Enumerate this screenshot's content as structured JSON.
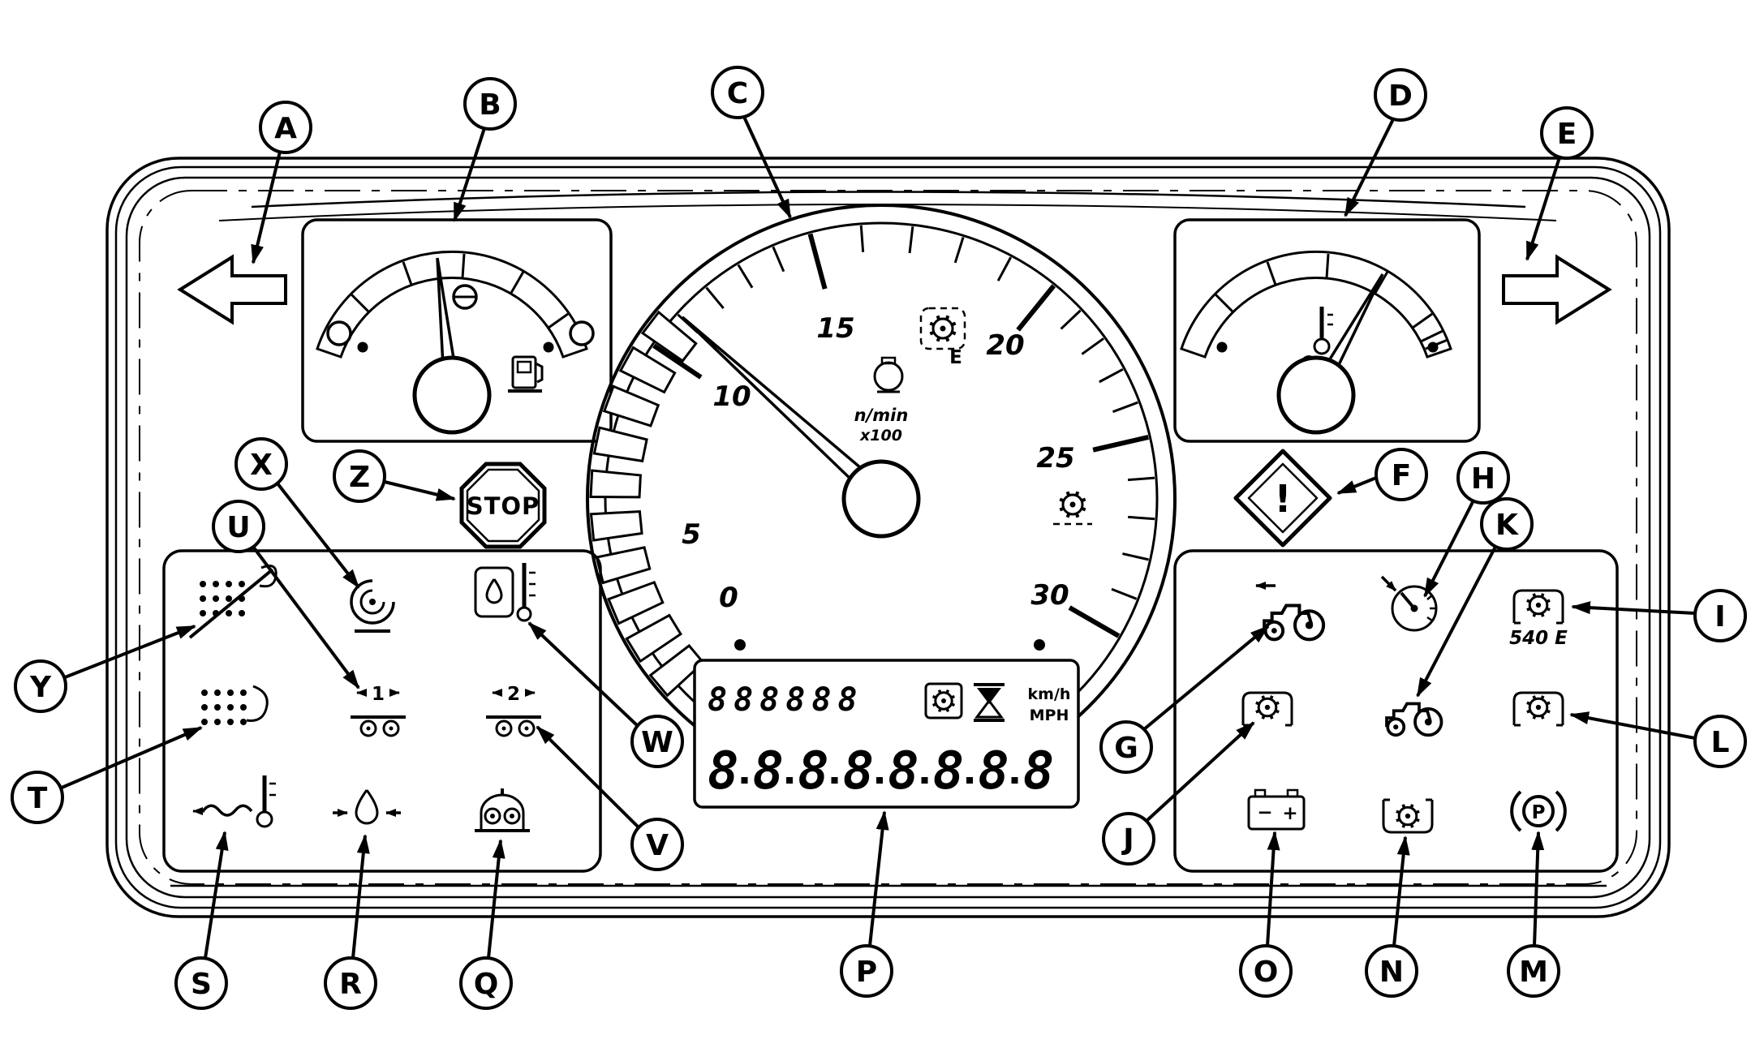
{
  "diagram": {
    "name": "tractor instrument cluster callout diagram",
    "line_color": "#000000",
    "background_color": "#ffffff"
  },
  "callouts": [
    {
      "label": "A"
    },
    {
      "label": "B"
    },
    {
      "label": "C"
    },
    {
      "label": "D"
    },
    {
      "label": "E"
    },
    {
      "label": "F"
    },
    {
      "label": "G"
    },
    {
      "label": "H"
    },
    {
      "label": "I"
    },
    {
      "label": "J"
    },
    {
      "label": "K"
    },
    {
      "label": "L"
    },
    {
      "label": "M"
    },
    {
      "label": "N"
    },
    {
      "label": "O"
    },
    {
      "label": "P"
    },
    {
      "label": "Q"
    },
    {
      "label": "R"
    },
    {
      "label": "S"
    },
    {
      "label": "T"
    },
    {
      "label": "U"
    },
    {
      "label": "V"
    },
    {
      "label": "W"
    },
    {
      "label": "X"
    },
    {
      "label": "Y"
    },
    {
      "label": "Z"
    }
  ],
  "tachometer": {
    "tick_labels": [
      "0",
      "5",
      "10",
      "15",
      "20",
      "25",
      "30"
    ],
    "unit_line1": "n/min",
    "unit_line2": "x100",
    "econ_label": "E"
  },
  "stop_sign": {
    "label": "STOP"
  },
  "warning_sign": {
    "label": "!"
  },
  "lcd": {
    "top_digits": "888888",
    "bottom_digits": "88888888",
    "speed_unit_metric": "km/h",
    "speed_unit_imperial": "MPH"
  },
  "indicators": {
    "trailer1_label": "1",
    "trailer2_label": "2",
    "pto_speed_label": "540 E",
    "parking_brake_label": "P",
    "battery_minus": "−",
    "battery_plus": "+"
  }
}
